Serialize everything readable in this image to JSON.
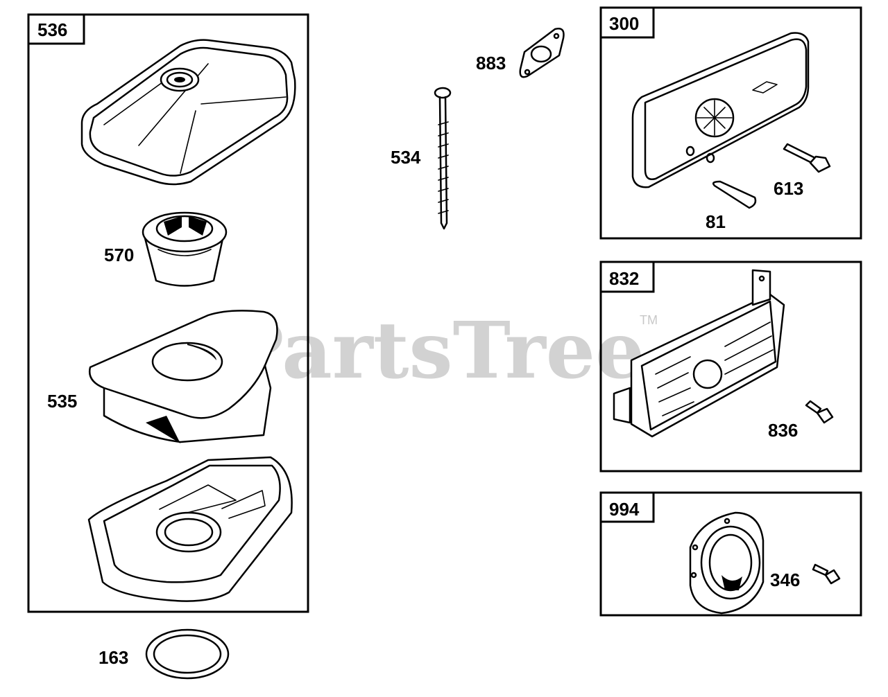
{
  "watermark": {
    "text": "PartsTree",
    "mark": "TM"
  },
  "boxes": {
    "air_cleaner": "536",
    "muffler": "300",
    "guard": "832",
    "spark_arrester": "994"
  },
  "labels": {
    "air_cleaner_cover": "536",
    "cartridge": "570",
    "pre_cleaner": "535",
    "base": "",
    "seal": "163",
    "screw": "534",
    "gasket": "883",
    "muffler_screw": "613",
    "lock": "81",
    "guard_screw": "836",
    "arrester_screw": "346"
  }
}
